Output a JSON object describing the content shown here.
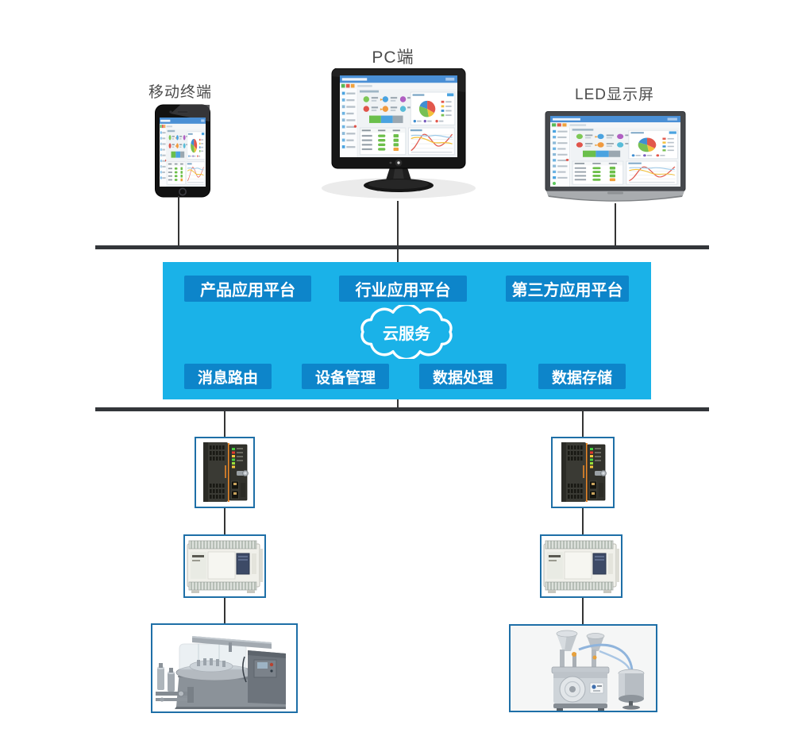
{
  "palette": {
    "platform_bg": "#1ab2e8",
    "platform_button": "#0d85ca",
    "bus_line": "#33363a",
    "device_box_border": "#1e6fa7",
    "label_color": "#4c4c4c"
  },
  "top_devices": {
    "mobile": {
      "label": "移动终端",
      "icon": "smartphone-dashboard"
    },
    "pc": {
      "label": "PC端",
      "icon": "desktop-monitor-dashboard"
    },
    "led": {
      "label": "LED显示屏",
      "icon": "led-screen-dashboard"
    }
  },
  "platform": {
    "app_buttons": [
      "产品应用平台",
      "行业应用平台",
      "第三方应用平台"
    ],
    "cloud_label": "云服务",
    "service_buttons": [
      "消息路由",
      "设备管理",
      "数据处理",
      "数据存储"
    ]
  },
  "field_chains": {
    "left": [
      "iot-gateway",
      "plc-controller",
      "filling-machine"
    ],
    "right": [
      "iot-gateway",
      "plc-controller",
      "tablet-press-machine"
    ]
  }
}
